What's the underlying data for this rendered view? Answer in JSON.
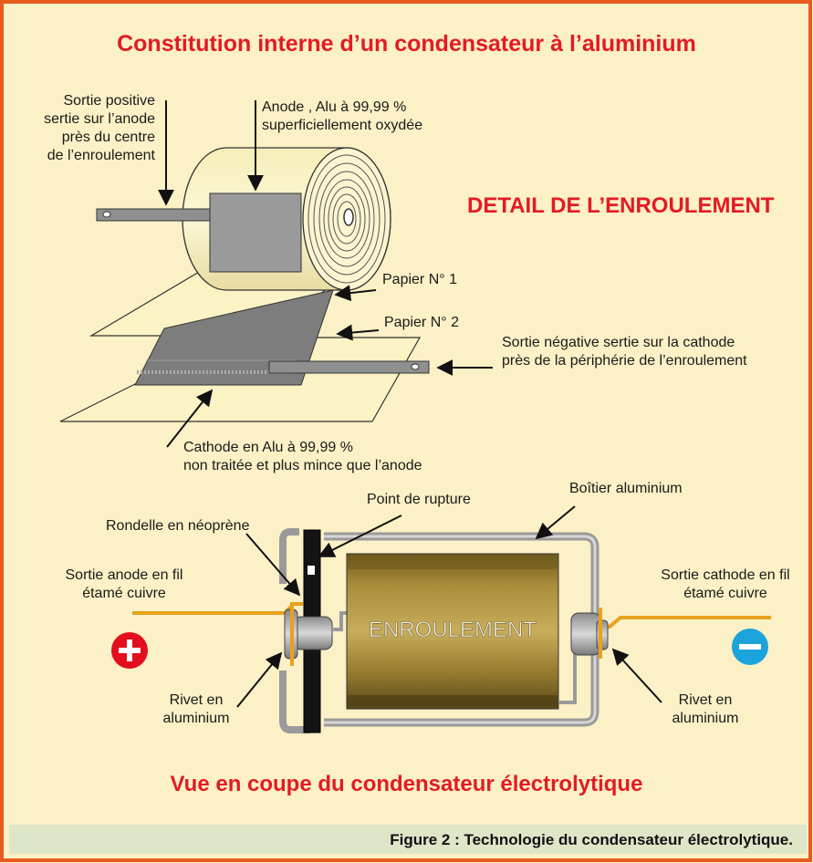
{
  "title_top": "Constitution interne d’un condensateur à l’aluminium",
  "title_detail": "DETAIL DE L’ENROULEMENT",
  "title_bottom": "Vue en coupe du condensateur électrolytique",
  "caption": "Figure 2 : Technologie du condensateur électrolytique.",
  "labels": {
    "sortie_positive": [
      "Sortie positive",
      "sertie sur l’anode",
      "près du centre",
      "de l’enroulement"
    ],
    "anode": [
      "Anode , Alu à 99,99 %",
      "superficiellement oxydée"
    ],
    "papier1": "Papier N° 1",
    "papier2": "Papier N° 2",
    "sortie_negative": [
      "Sortie négative sertie sur la cathode",
      "près de la périphérie de l’enroulement"
    ],
    "cathode": [
      "Cathode en Alu à 99,99 %",
      "non traitée et plus mince que l’anode"
    ],
    "point_rupture": "Point de rupture",
    "boitier": "Boîtier aluminium",
    "rondelle": "Rondelle en néoprène",
    "sortie_anode_fil": [
      "Sortie anode en fil",
      "étamé cuivre"
    ],
    "sortie_cathode_fil": [
      "Sortie cathode en fil",
      "étamé cuivre"
    ],
    "rivet_left": [
      "Rivet en",
      "aluminium"
    ],
    "rivet_right": [
      "Rivet en",
      "aluminium"
    ],
    "enroulement": "ENROULEMENT",
    "plus_symbol": "+",
    "minus_symbol": "−"
  },
  "colors": {
    "border": "#e85a1e",
    "background": "#fbf0c6",
    "title_red": "#e31b23",
    "positive_red": "#e30f1e",
    "negative_blue": "#1ba3dc",
    "wire_orange": "#e8a21c"
  }
}
